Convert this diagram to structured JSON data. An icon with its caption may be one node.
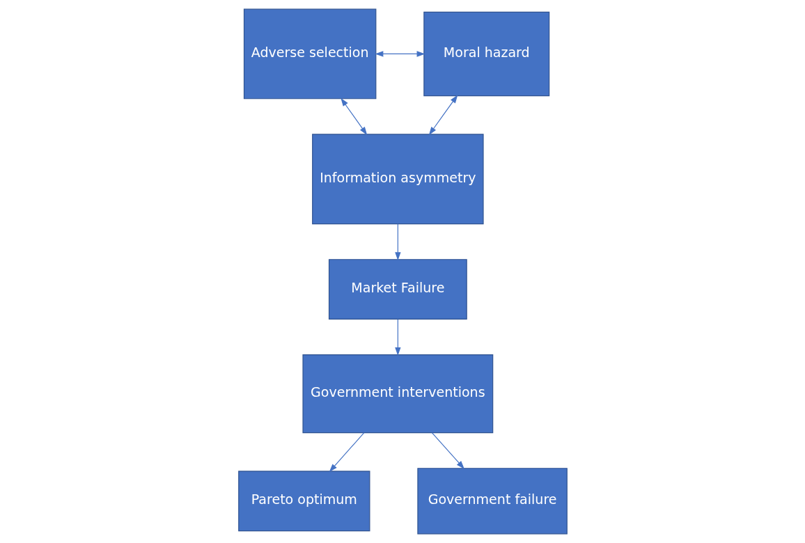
{
  "diagram": {
    "nodes": [
      {
        "text": [
          "Adverse selection"
        ]
      },
      {
        "text": [
          "Moral hazard"
        ]
      },
      {
        "text": [
          "Information asymmetry"
        ]
      },
      {
        "text": [
          "Market Failure"
        ]
      },
      {
        "text": [
          "Government interventions"
        ]
      },
      {
        "text": [
          "Pareto optimum"
        ]
      },
      {
        "text": [
          "Government failure"
        ]
      }
    ],
    "edges": [
      {
        "from": 0,
        "to": 1,
        "arrow": "both"
      },
      {
        "from": 0,
        "to": 2,
        "arrow": "both"
      },
      {
        "from": 1,
        "to": 2,
        "arrow": "both"
      },
      {
        "from": 2,
        "to": 3,
        "arrow": "to"
      },
      {
        "from": 3,
        "to": 4,
        "arrow": "to"
      },
      {
        "from": 4,
        "to": 5,
        "arrow": "to"
      },
      {
        "from": 4,
        "to": 6,
        "arrow": "to"
      }
    ]
  }
}
